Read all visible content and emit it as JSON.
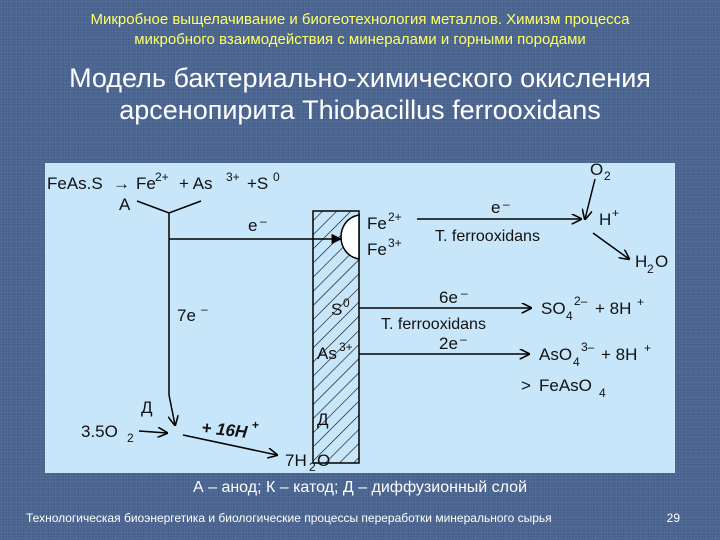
{
  "header": {
    "line1": "Микробное выщелачивание и биогеотехнология металлов. Химизм процесса",
    "line2": "микробного взаимодействия с минералами и горными породами"
  },
  "title": {
    "line1": "Модель бактериально-химического окисления",
    "line2": "арсенопирита Thiobacillus ferrooxidans"
  },
  "diagram": {
    "reaction_lhs": "FeAs.S",
    "reaction_arrow": "→",
    "reaction_fe": "Fe",
    "reaction_fe_charge": "2+",
    "reaction_plus1": "+ As",
    "reaction_as_charge": "3+",
    "reaction_plus2": "+S",
    "reaction_s_charge": "0",
    "anode_label": "А",
    "electron_label": "e",
    "electron_minus": "–",
    "seven_e": "7e",
    "seven_e_minus": "–",
    "fe2_label": "Fe",
    "fe2_charge": "2+",
    "fe3_label": "Fe",
    "fe3_charge": "3+",
    "bact_top_e": "e",
    "bact_top_minus": "–",
    "bacteria_1": "T. ferrooxidans",
    "o2_label": "O",
    "o2_sub": "2",
    "h_plus": "H",
    "h_plus_charge": "+",
    "h2o_label": "H",
    "h2o_sub": "2",
    "h2o_o": "O",
    "s0_label": "S",
    "s0_charge": "0",
    "six_e": "6e",
    "six_e_minus": "–",
    "bacteria_2": "T. ferrooxidans",
    "so4_label": "SO",
    "so4_sub": "4",
    "so4_charge": "2–",
    "so4_plus": "+ 8H",
    "so4_plus_charge": "+",
    "as3_label": "As",
    "as3_charge": "3+",
    "two_e": "2e",
    "two_e_minus": "–",
    "aso4_label": "AsO",
    "aso4_sub": "4",
    "aso4_charge": "3–",
    "aso4_plus": "+ 8H",
    "aso4_plus_charge": "+",
    "feaso4_prefix": ">",
    "feaso4_label": "FeAsO",
    "feaso4_sub": "4",
    "d_label_left": "Д",
    "d_label_right": "Д",
    "o2_coef": "3.5O",
    "o2_coef_sub": "2",
    "h16_label": "+ 16H",
    "h16_charge": "+",
    "h2o7_label": "7H",
    "h2o7_sub": "2",
    "h2o7_o": "O"
  },
  "caption": "А – анод; К – катод; Д – диффузионный слой",
  "footer": "Технологическая биоэнергетика и биологические процессы переработки минерального сырья",
  "page_number": "29",
  "colors": {
    "background": "#4a6490",
    "header_text": "#ffff66",
    "diagram_bg": "#c8e6fa"
  }
}
